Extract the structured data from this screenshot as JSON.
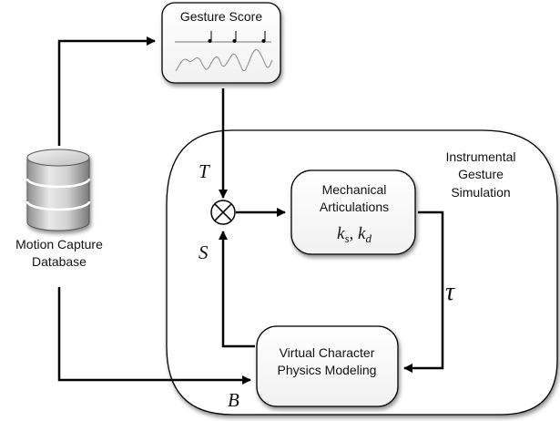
{
  "gesture_score": {
    "title": "Gesture Score"
  },
  "database": {
    "label_line1": "Motion Capture",
    "label_line2": "Database"
  },
  "simulation": {
    "label_line1": "Instrumental",
    "label_line2": "Gesture",
    "label_line3": "Simulation"
  },
  "mechanical": {
    "label_line1": "Mechanical",
    "label_line2": "Articulations",
    "params": "k_s, k_d"
  },
  "physics": {
    "label_line1": "Virtual Character",
    "label_line2": "Physics Modeling"
  },
  "symbols": {
    "T": "T",
    "S": "S",
    "tau": "τ",
    "B": "B"
  }
}
